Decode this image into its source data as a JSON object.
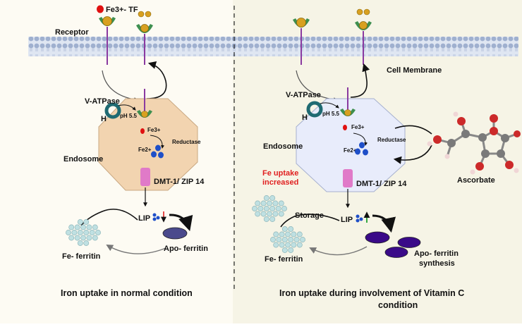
{
  "left": {
    "fe_tf_label": "Fe3+- TF",
    "receptor_label": "Receptor",
    "vatpase_label": "V-ATPase",
    "h_label": "H",
    "ph_label": "pH 5.5",
    "fe3_label": "Fe3+",
    "reductase_label": "Reductase",
    "fe2_label": "Fe2+",
    "endosome_label": "Endosome",
    "dmt_label": "DMT-1/ ZIP 14",
    "lip_label": "LIP",
    "fe_ferritin_label": "Fe- ferritin",
    "apo_ferritin_label": "Apo- ferritin",
    "caption": "Iron uptake in normal condition"
  },
  "right": {
    "cell_membrane_label": "Cell Membrane",
    "vatpase_label": "V-ATPase",
    "h_label": "H",
    "ph_label": "pH 5.5",
    "fe3_label": "Fe3+",
    "reductase_label": "Reductase",
    "fe2_label": "Fe2+",
    "endosome_label": "Endosome",
    "fe_uptake_label_1": "Fe uptake",
    "fe_uptake_label_2": "increased",
    "dmt_label": "DMT-1/ ZIP 14",
    "lip_label": "LIP",
    "storage_label": "Storage",
    "fe_ferritin_label": "Fe- ferritin",
    "apo_ferritin_label_1": "Apo- ferritin",
    "apo_ferritin_label_2": "synthesis",
    "ascorbate_label": "Ascorbate",
    "caption_line1": "Iron uptake during involvement of Vitamin C",
    "caption_line2": "condition"
  },
  "colors": {
    "membrane": "#a9b8d4",
    "receptor_green": "#3e8f4f",
    "receptor_stem": "#8a3aa0",
    "iron_gold": "#d8a020",
    "fe3_red": "#e01010",
    "fe2_blue": "#1f4fc8",
    "endosome_left": "#f2d4b0",
    "endosome_right": "#e8ecfb",
    "dmt_pink": "#e07ac8",
    "apo_ferritin_left": "#4a4a8c",
    "apo_ferritin_right": "#3a0a88",
    "ferritin_cluster": "#bfe0e2"
  }
}
